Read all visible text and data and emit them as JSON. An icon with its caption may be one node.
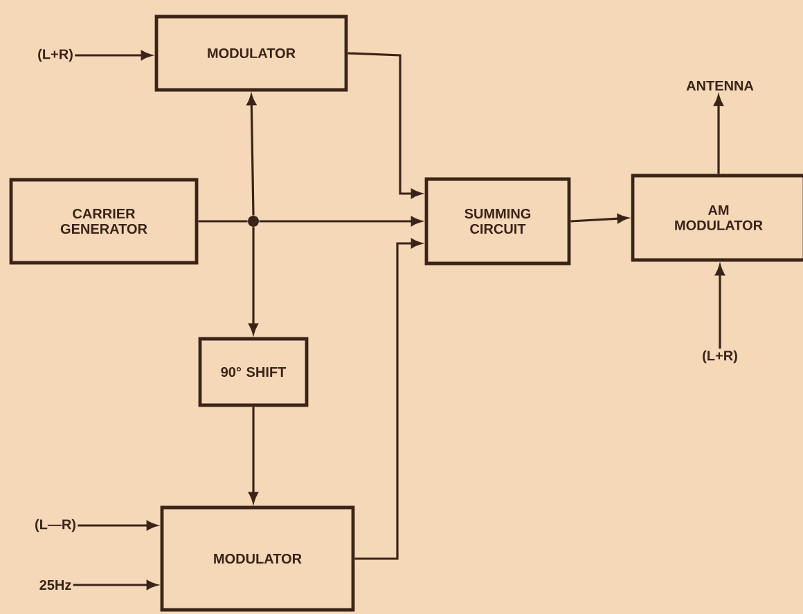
{
  "diagram": {
    "nodes": [
      {
        "text": [
          "(L+R)"
        ]
      },
      {
        "text": [
          "MODULATOR"
        ]
      },
      {
        "text": [
          "CARRIER GENERATOR"
        ]
      },
      {
        "text": [],
        "shape": "circle"
      },
      {
        "text": [
          "SUMMING CIRCUIT"
        ]
      },
      {
        "text": [
          "AM MODULATOR"
        ]
      },
      {
        "text": [
          "ANTENNA"
        ]
      },
      {
        "text": [
          "(L+R)"
        ]
      },
      {
        "text": [
          "90° SHIFT"
        ]
      },
      {
        "text": [
          "(L—R)"
        ]
      },
      {
        "text": [
          "25Hz"
        ]
      },
      {
        "text": [
          "MODULATOR"
        ]
      }
    ],
    "edges": [
      {
        "from": 0,
        "to": 1,
        "arrow": "to"
      },
      {
        "from": 2,
        "to": 3,
        "arrow": "none"
      },
      {
        "from": 3,
        "to": 1,
        "arrow": "to"
      },
      {
        "from": 3,
        "to": 4,
        "arrow": "to"
      },
      {
        "from": 3,
        "to": 8,
        "arrow": "to"
      },
      {
        "from": 1,
        "to": 4,
        "arrow": "to"
      },
      {
        "from": 8,
        "to": 11,
        "arrow": "to"
      },
      {
        "from": 11,
        "to": 4,
        "arrow": "to"
      },
      {
        "from": 4,
        "to": 5,
        "arrow": "to"
      },
      {
        "from": 5,
        "to": 6,
        "arrow": "to"
      },
      {
        "from": 7,
        "to": 5,
        "arrow": "to"
      },
      {
        "from": 9,
        "to": 11,
        "arrow": "to"
      },
      {
        "from": 10,
        "to": 11,
        "arrow": "to"
      }
    ]
  }
}
